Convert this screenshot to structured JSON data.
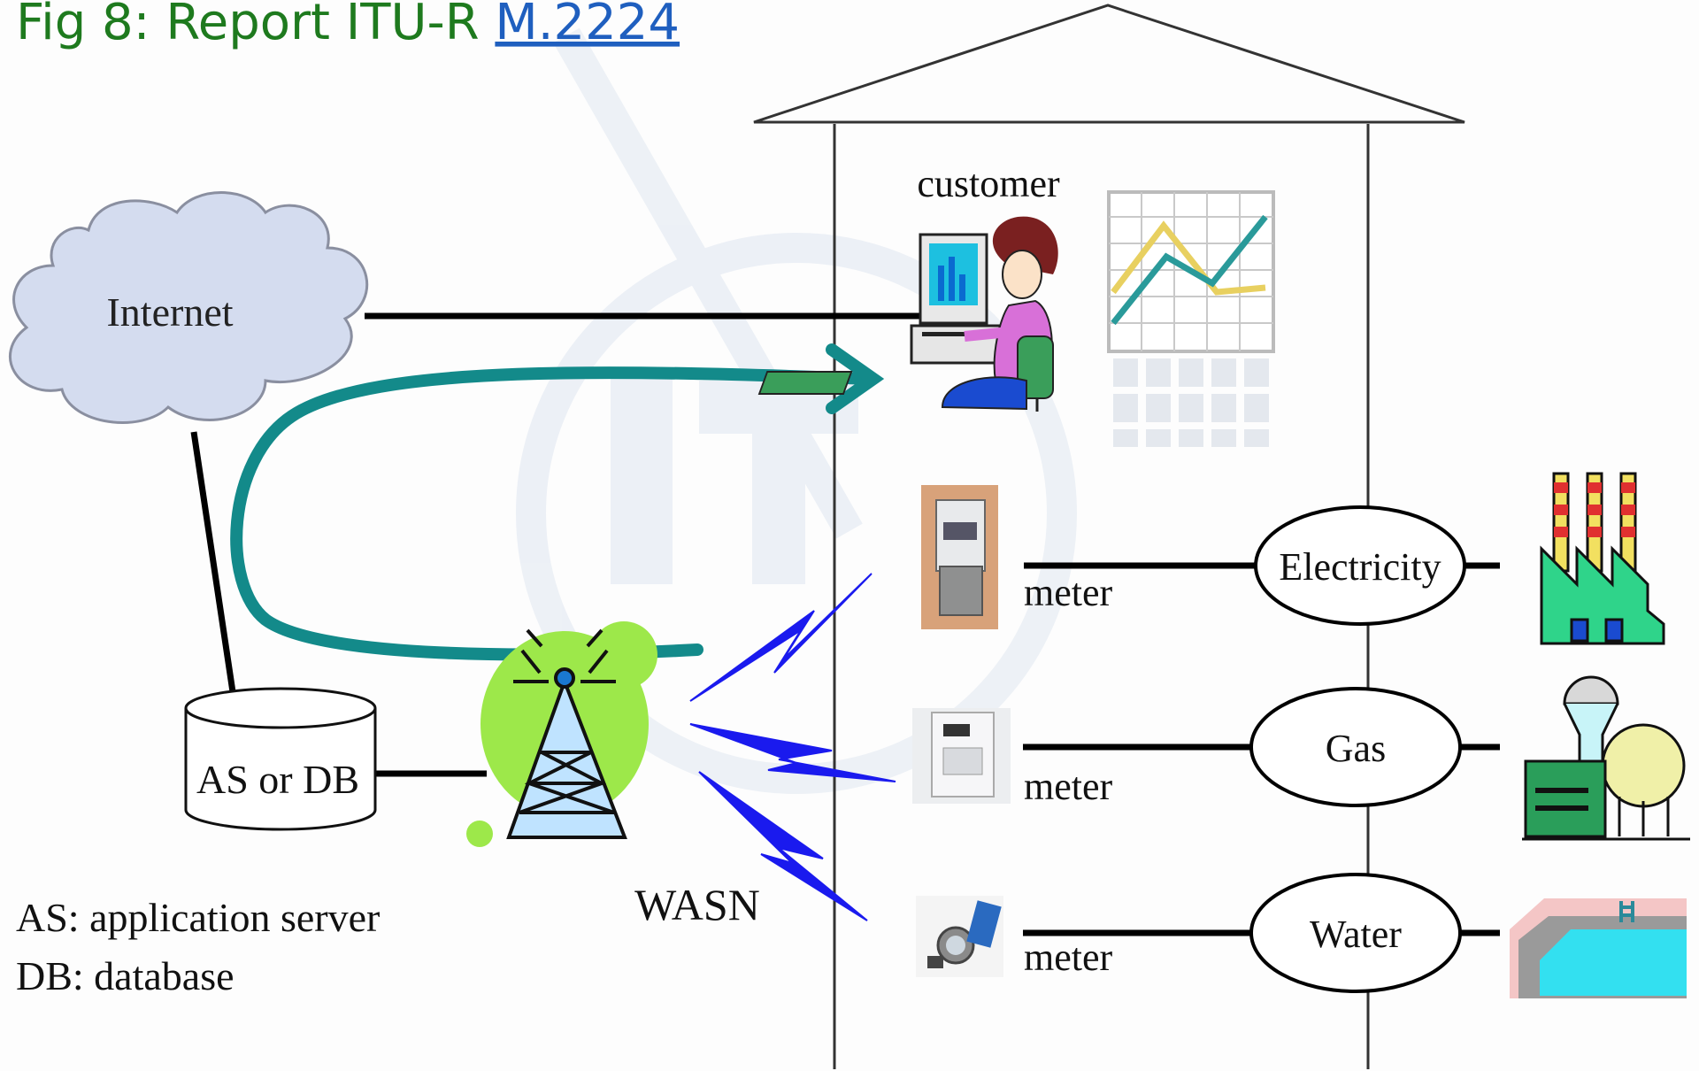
{
  "title": {
    "prefix": "Fig 8: Report  ITU-R  ",
    "link": "M.2224"
  },
  "labels": {
    "internet": "Internet",
    "customer": "customer",
    "as_or_db": "AS or DB",
    "wasn": "WASN",
    "meter_electricity": "meter",
    "meter_gas": "meter",
    "meter_water": "meter",
    "electricity": "Electricity",
    "gas": "Gas",
    "water": "Water"
  },
  "legend": [
    "AS: application server",
    "DB: database"
  ],
  "colors": {
    "title": "#1e7a1e",
    "link": "#1f5fbf",
    "teal_arrow": "#138a8a",
    "lightning": "#1a1aee",
    "tower_glow": "#9de84a",
    "factory": "#2fd48a",
    "pool_water": "#33e0f0"
  }
}
